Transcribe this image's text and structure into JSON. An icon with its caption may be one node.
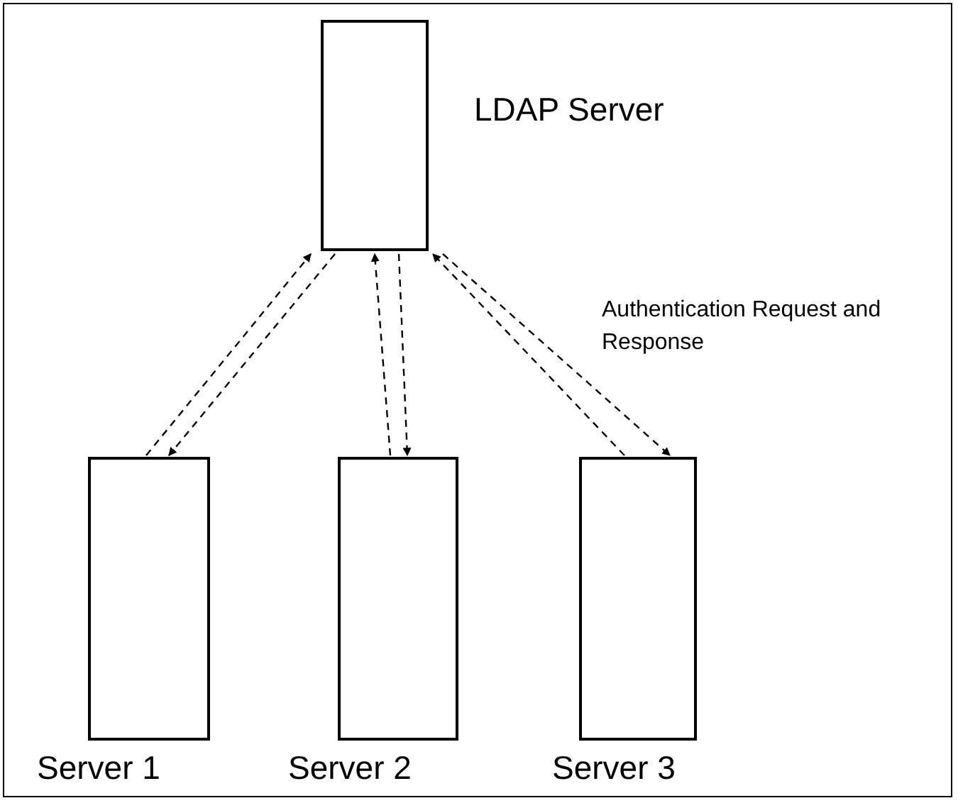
{
  "diagram": {
    "nodes": [
      {
        "text": [
          "LDAP Server"
        ]
      },
      {
        "text": [
          "Server 1"
        ]
      },
      {
        "text": [
          "Server 2"
        ]
      },
      {
        "text": [
          "Server 3"
        ]
      }
    ],
    "edges": [
      {
        "from": 1,
        "to": 0,
        "arrow": "to",
        "style": "dashed"
      },
      {
        "from": 0,
        "to": 1,
        "arrow": "to",
        "style": "dashed"
      },
      {
        "from": 2,
        "to": 0,
        "arrow": "to",
        "style": "dashed"
      },
      {
        "from": 0,
        "to": 2,
        "arrow": "to",
        "style": "dashed"
      },
      {
        "from": 3,
        "to": 0,
        "arrow": "to",
        "style": "dashed"
      },
      {
        "from": 0,
        "to": 3,
        "arrow": "to",
        "style": "dashed"
      }
    ],
    "labels": [
      "Authentication Request and Response"
    ]
  }
}
